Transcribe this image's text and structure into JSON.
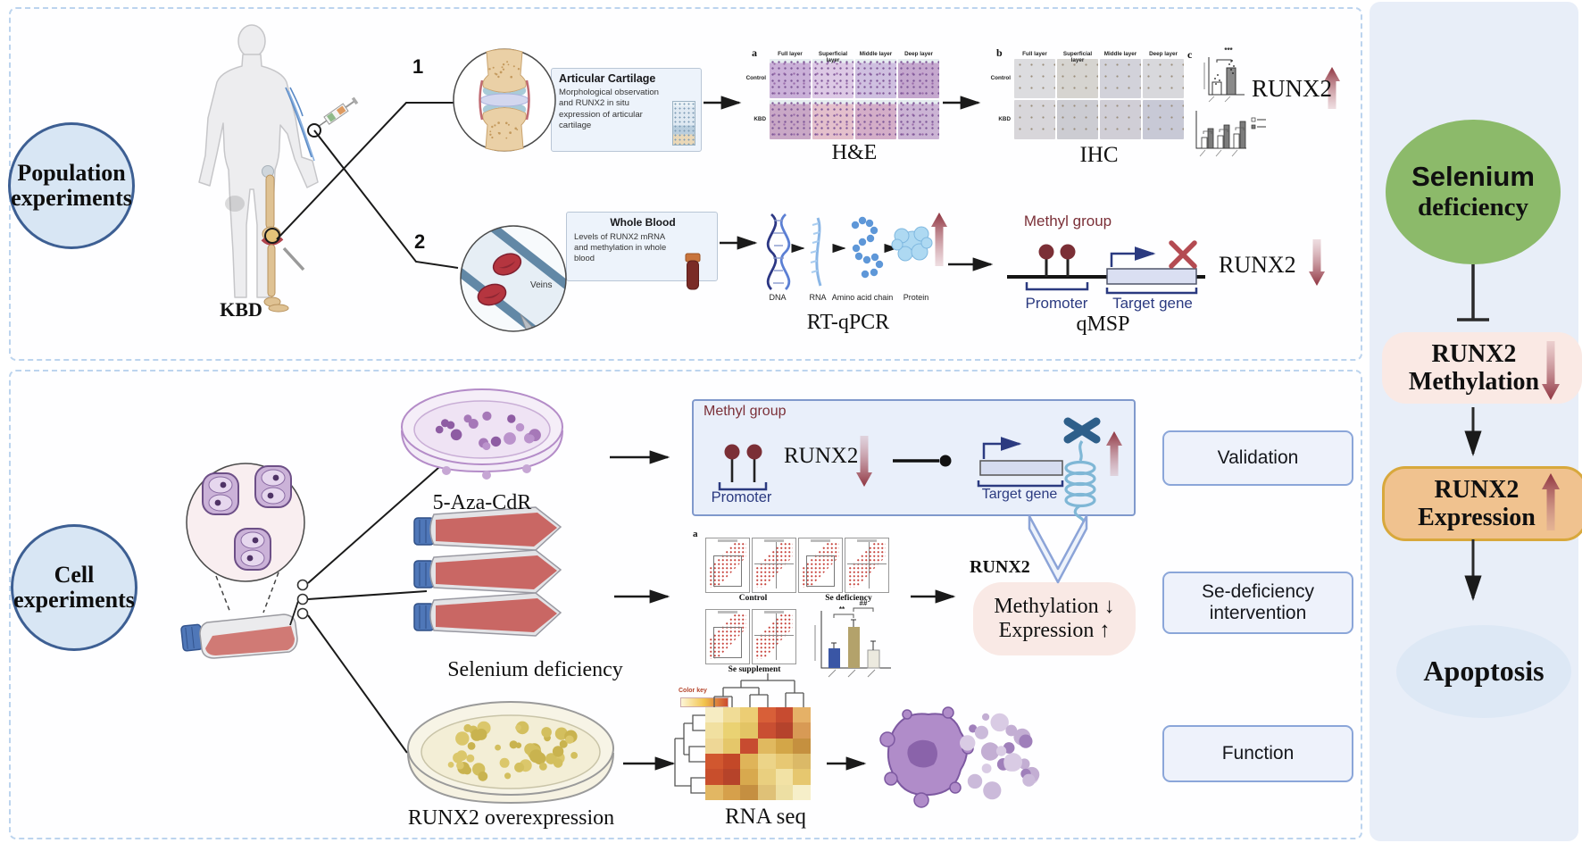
{
  "colors": {
    "accent_blue": "#3d5f93",
    "panel_dash": "#bcd4ee",
    "navy": "#2b3a80",
    "dark_red": "#8c3642",
    "methyl_red": "#7b3038",
    "green": "#8cba6a",
    "pink_box": "#fae9e4",
    "orange_box": "#f0c28f",
    "orange_border": "#d8a83c",
    "apoptosis_blue": "#dde8f5",
    "button_border": "#8ba6d9"
  },
  "population": {
    "circle": {
      "line1": "Population",
      "line2": "experiments"
    },
    "kbd": "KBD",
    "num1": "1",
    "num2": "2",
    "articular": {
      "title": "Articular Cartilage",
      "body": "Morphological observation and RUNX2 in situ expression of articular cartilage"
    },
    "whole_blood": {
      "title": "Whole Blood",
      "body": "Levels of RUNX2 mRNA and methylation in whole blood",
      "veins": "Veins"
    },
    "he": {
      "letter": "a",
      "cols": [
        "Full layer",
        "Superficial layer",
        "Middle layer",
        "Deep layer"
      ],
      "rows": [
        "Control",
        "KBD"
      ],
      "caption": "H&E"
    },
    "ihc": {
      "letter": "b",
      "cols": [
        "Full layer",
        "Superficial layer",
        "Middle layer",
        "Deep layer"
      ],
      "rows": [
        "Control",
        "KBD"
      ],
      "caption": "IHC"
    },
    "panel_c": {
      "letter": "c",
      "sig": "***",
      "runx2": "RUNX2"
    },
    "dogma": {
      "labels": [
        "DNA",
        "RNA",
        "Amino acid chain",
        "Protein"
      ],
      "caption": "RT-qPCR"
    },
    "qmsp": {
      "methyl": "Methyl group",
      "promoter": "Promoter",
      "target": "Target gene",
      "caption": "qMSP"
    },
    "qmsp_runx2": "RUNX2"
  },
  "cell": {
    "circle": {
      "line1": "Cell",
      "line2": "experiments"
    },
    "branches": {
      "aza": "5-Aza-CdR",
      "se": "Selenium deficiency",
      "overexp": "RUNX2 overexpression"
    },
    "vbox": {
      "methyl": "Methyl group",
      "promoter": "Promoter",
      "runx2": "RUNX2",
      "target": "Target gene"
    },
    "flow": {
      "letter": "a",
      "control": "Control",
      "se_def": "Se deficiency",
      "se_supp": "Se supplement",
      "sig1": "**",
      "sig2": "##"
    },
    "result": {
      "runx2": "RUNX2",
      "line1": "Methylation ↓",
      "line2": "Expression ↑"
    },
    "rnaseq": {
      "color_key": "Color key",
      "caption": "RNA seq",
      "heatmap": [
        [
          "#f6ecc2",
          "#f0dc96",
          "#eccd74",
          "#d85f38",
          "#c74b30",
          "#e5b167"
        ],
        [
          "#f1e0a0",
          "#ead273",
          "#e3c465",
          "#c94f32",
          "#b5432c",
          "#d89a55"
        ],
        [
          "#eed796",
          "#e5c76a",
          "#c74b30",
          "#e0b95f",
          "#d3a648",
          "#c5903f"
        ],
        [
          "#d1572f",
          "#c34828",
          "#dfb459",
          "#ecd488",
          "#e7c873",
          "#dbb967"
        ],
        [
          "#c84e2c",
          "#b6432a",
          "#d8a94e",
          "#e9cf7f",
          "#f2e2a5",
          "#e6c76f"
        ],
        [
          "#e2b763",
          "#d6a04b",
          "#c58f41",
          "#dfc177",
          "#eddfa3",
          "#f6efc9"
        ]
      ]
    },
    "buttons": [
      "Validation",
      "Se-deficiency intervention",
      "Function"
    ]
  },
  "pathway": {
    "selenium": {
      "line1": "Selenium",
      "line2": "deficiency"
    },
    "methylation": {
      "line1": "RUNX2",
      "line2": "Methylation"
    },
    "expression": {
      "line1": "RUNX2",
      "line2": "Expression"
    },
    "apoptosis": "Apoptosis"
  }
}
